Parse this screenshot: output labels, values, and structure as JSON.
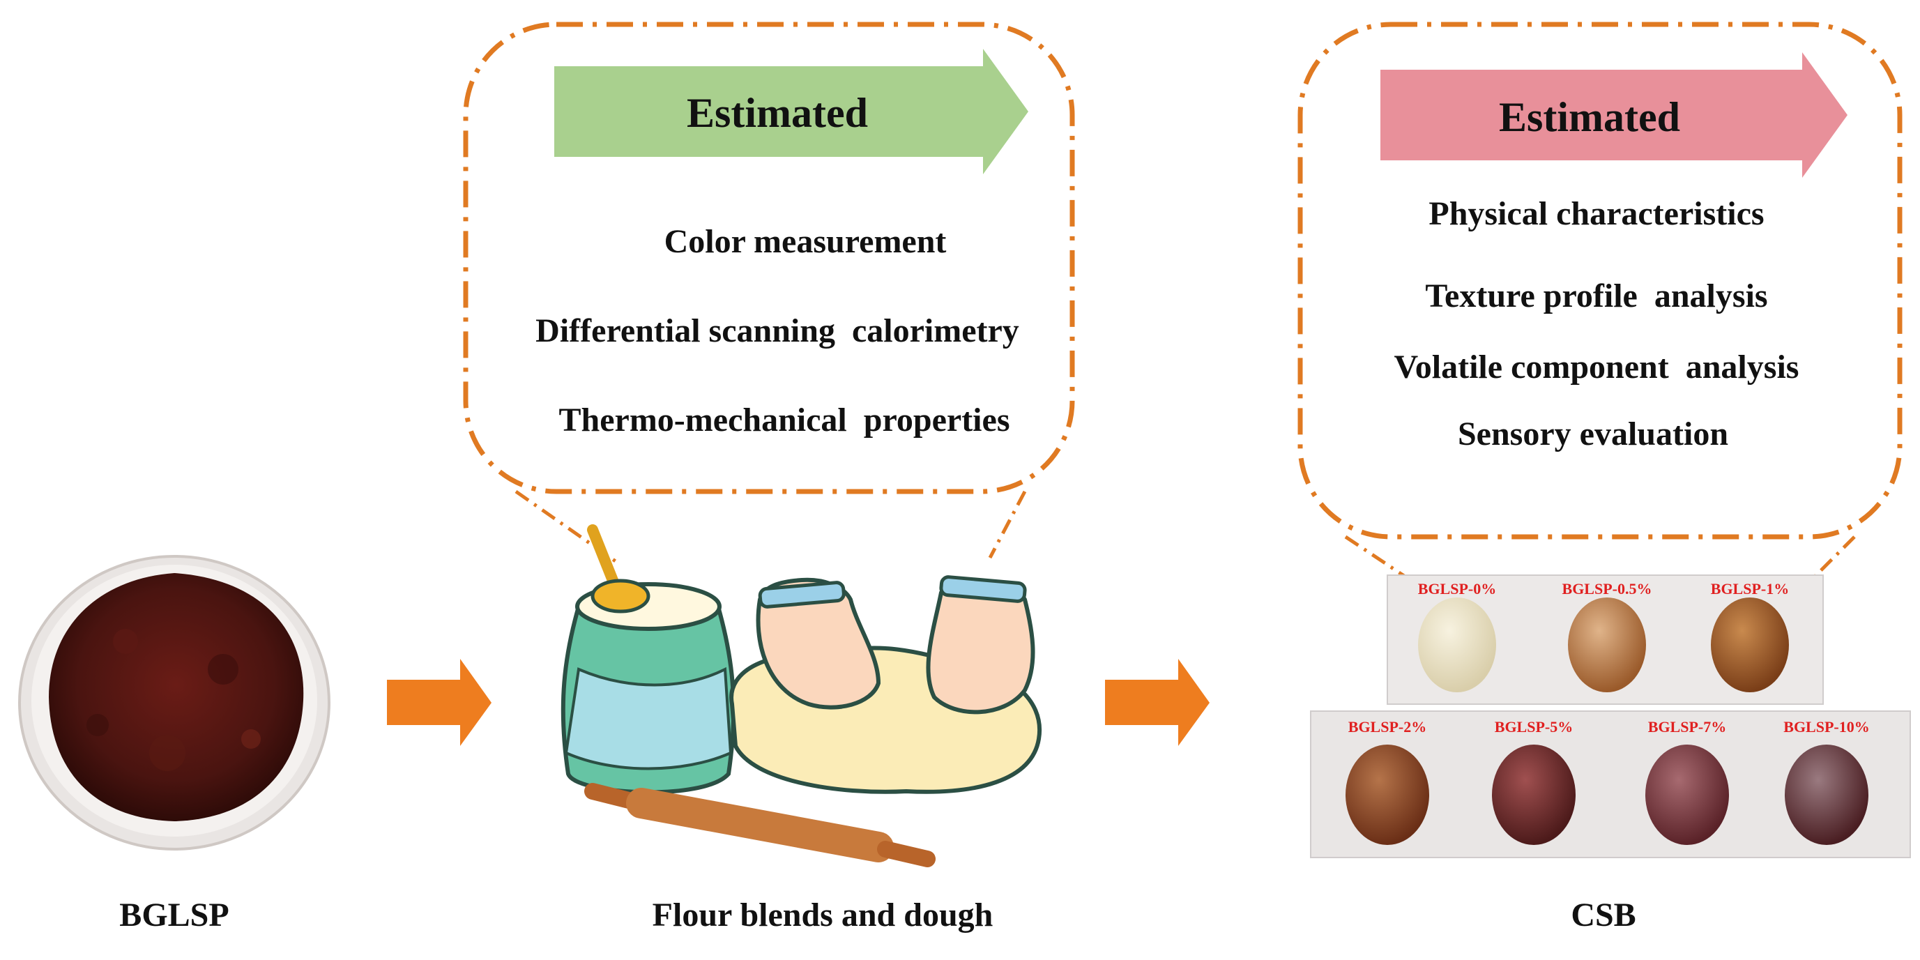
{
  "colors": {
    "dash_border": "#e07a22",
    "green_arrow": "#a9d08e",
    "pink_arrow": "#e8909a",
    "flow_arrow": "#ee7d1f",
    "powder": "#4a1410",
    "sample_label": "#e02020"
  },
  "left_box": {
    "arrow_label": "Estimated",
    "items": [
      "Color measurement",
      "Differential scanning  calorimetry",
      "Thermo-mechanical  properties"
    ]
  },
  "right_box": {
    "arrow_label": "Estimated",
    "items": [
      "Physical characteristics",
      "Texture profile  analysis",
      "Volatile component  analysis",
      "Sensory evaluation"
    ]
  },
  "nodes": {
    "powder_label": "BGLSP",
    "dough_label": "Flour blends and dough",
    "csb_label": "CSB"
  },
  "samples": {
    "top_row": [
      "BGLSP-0%",
      "BGLSP-0.5%",
      "BGLSP-1%"
    ],
    "bottom_row": [
      "BGLSP-2%",
      "BGLSP-5%",
      "BGLSP-7%",
      "BGLSP-10%"
    ]
  },
  "icons": {
    "flow_arrow_1": "right-arrow-icon",
    "flow_arrow_2": "right-arrow-icon",
    "bowl": "flour-bowl-icon",
    "hands": "kneading-hands-icon",
    "rolling_pin": "rolling-pin-icon"
  }
}
